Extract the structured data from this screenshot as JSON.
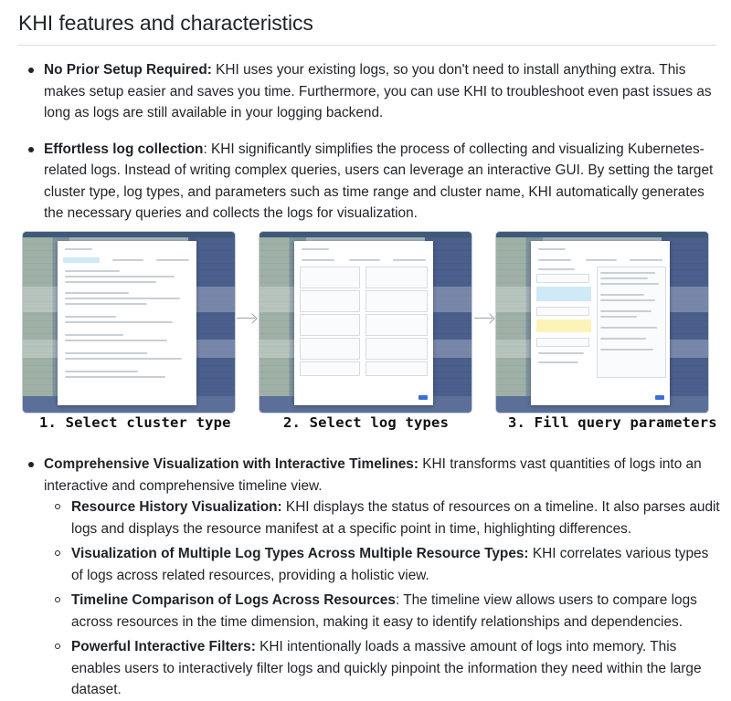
{
  "heading": "KHI features and characteristics",
  "bullets_top": [
    {
      "bold": "No Prior Setup Required:",
      "text": " KHI uses your existing logs, so you don't need to install anything extra. This makes setup easier and saves you time. Furthermore, you can use KHI to troubleshoot even past issues as long as logs are still available in your logging backend."
    },
    {
      "bold": "Effortless log collection",
      "text": ": KHI significantly simplifies the process of collecting and visualizing Kubernetes-related logs. Instead of writing complex queries, users can leverage an interactive GUI. By setting the target cluster type, log types, and parameters such as time range and cluster name, KHI automatically generates the necessary queries and collects the logs for visualization."
    }
  ],
  "steps": [
    {
      "caption": "1. Select cluster type"
    },
    {
      "caption": "2. Select log types"
    },
    {
      "caption": "3. Fill query parameters"
    }
  ],
  "bullet_viz": {
    "bold": "Comprehensive Visualization with Interactive Timelines:",
    "text": " KHI transforms vast quantities of logs into an interactive and comprehensive timeline view."
  },
  "sub_bullets": [
    {
      "bold": "Resource History Visualization:",
      "text": " KHI displays the status of resources on a timeline. It also parses audit logs and displays the resource manifest at a specific point in time, highlighting differences."
    },
    {
      "bold": "Visualization of Multiple Log Types Across Multiple Resource Types:",
      "text": " KHI correlates various types of logs across related resources, providing a holistic view."
    },
    {
      "bold": "Timeline Comparison of Logs Across Resources",
      "text": ": The timeline view allows users to compare logs across resources in the time dimension, making it easy to identify relationships and dependencies."
    },
    {
      "bold": "Powerful Interactive Filters:",
      "text": " KHI intentionally loads a massive amount of logs into memory. This enables users to interactively filter logs and quickly pinpoint the information they need within the large dataset."
    }
  ]
}
